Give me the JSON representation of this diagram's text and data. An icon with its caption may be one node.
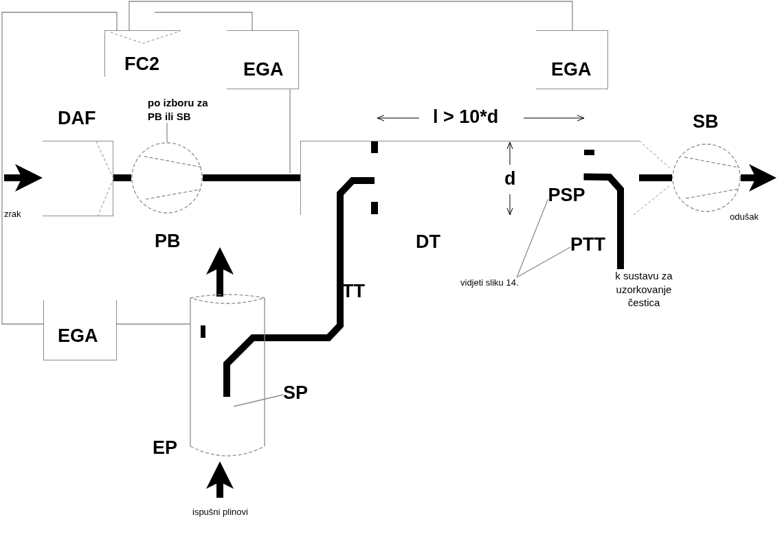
{
  "diagram": {
    "nodes": [
      {
        "text": [
          "FC2"
        ]
      },
      {
        "text": [
          "EGA"
        ]
      },
      {
        "text": [
          "EGA"
        ]
      },
      {
        "text": [
          "DAF"
        ]
      },
      {
        "text": [
          "po izboru za PB ili SB"
        ]
      },
      {
        "text": [
          "PB"
        ]
      },
      {
        "text": [
          "DT"
        ]
      },
      {
        "text": [
          "SB"
        ]
      },
      {
        "text": [
          "EGA"
        ]
      },
      {
        "text": [
          "EP"
        ]
      },
      {
        "text": [
          "SP"
        ]
      },
      {
        "text": [
          "PSP"
        ],
        "in": 6
      },
      {
        "text": [
          "PTT"
        ]
      },
      {
        "text": [
          "vidjeti sliku 14."
        ]
      },
      {
        "text": [
          "k sustavu za uzorkovanje čestica"
        ]
      }
    ],
    "edges": [
      {
        "from": null,
        "to": 3,
        "arrow": "to",
        "style": "thick"
      },
      {
        "from": 3,
        "to": 5,
        "arrow": "none",
        "style": "thick"
      },
      {
        "from": 5,
        "to": 6,
        "arrow": "none",
        "style": "thick"
      },
      {
        "from": 6,
        "to": 7,
        "arrow": "none",
        "style": "thick"
      },
      {
        "from": 7,
        "to": null,
        "arrow": "to",
        "style": "thick"
      },
      {
        "from": null,
        "to": 9,
        "arrow": "to",
        "style": "thick"
      },
      {
        "from": 9,
        "to": null,
        "arrow": "to",
        "style": "thick"
      },
      {
        "from": 9,
        "to": 6,
        "arrow": "none",
        "style": "thick"
      },
      {
        "from": 11,
        "to": 14,
        "arrow": "none",
        "style": "thick"
      },
      {
        "from": 0,
        "to": 8,
        "arrow": "none",
        "color": "#8c8c8c"
      },
      {
        "from": 0,
        "to": 2,
        "arrow": "none",
        "color": "#8c8c8c"
      },
      {
        "from": 1,
        "to": null,
        "arrow": "none",
        "color": "#8c8c8c"
      },
      {
        "from": 1,
        "to": null,
        "arrow": "none",
        "color": "#8c8c8c"
      },
      {
        "from": 8,
        "to": 9,
        "arrow": "none",
        "color": "#8c8c8c"
      },
      {
        "from": 4,
        "to": 5,
        "arrow": "none",
        "color": "#8c8c8c"
      },
      {
        "from": 10,
        "to": 9,
        "arrow": "none",
        "color": "#8c8c8c"
      },
      {
        "from": 13,
        "to": 11,
        "arrow": "none",
        "color": "#8c8c8c"
      },
      {
        "from": 13,
        "to": 12,
        "arrow": "none",
        "color": "#8c8c8c"
      },
      {
        "from": 6,
        "to": 7,
        "arrow": "none",
        "style": "dashed",
        "color": "#bbbbbb"
      },
      {
        "from": 6,
        "to": 7,
        "arrow": "none",
        "style": "dashed",
        "color": "#bbbbbb"
      }
    ],
    "labels": [
      "l > 10*d",
      "d",
      "zrak",
      "odušak",
      "TT",
      "ispušni plinovi"
    ]
  }
}
